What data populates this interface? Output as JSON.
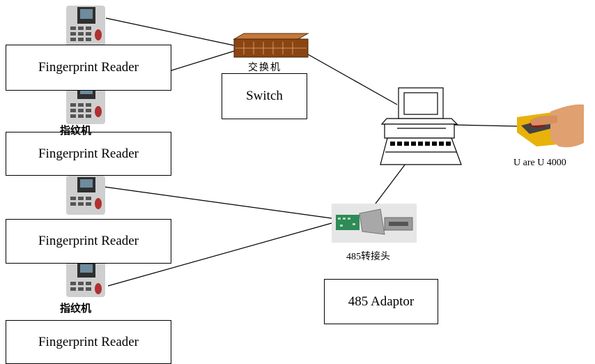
{
  "labels": {
    "fingerprint_reader": "Fingerprint Reader",
    "switch_box": "Switch",
    "switch_cn": "交换机",
    "reader_cn": "指纹机",
    "adaptor_cn": "485转接头",
    "adaptor_box": "485 Adaptor",
    "uareu": "U are U 4000"
  },
  "icons": {
    "fingerprint_device": "fingerprint-reader-device",
    "switch": "network-switch",
    "computer": "desktop-computer",
    "adaptor": "rs485-adaptor",
    "scanner": "fingerprint-scanner-hand"
  },
  "colors": {
    "line": "#000000",
    "device_body": "#c8c8c8",
    "device_dark": "#3a3a3a",
    "switch_body": "#8b4513",
    "adaptor_green": "#2e8b57",
    "scanner_yellow": "#e8b20a",
    "skin": "#e0a070"
  }
}
